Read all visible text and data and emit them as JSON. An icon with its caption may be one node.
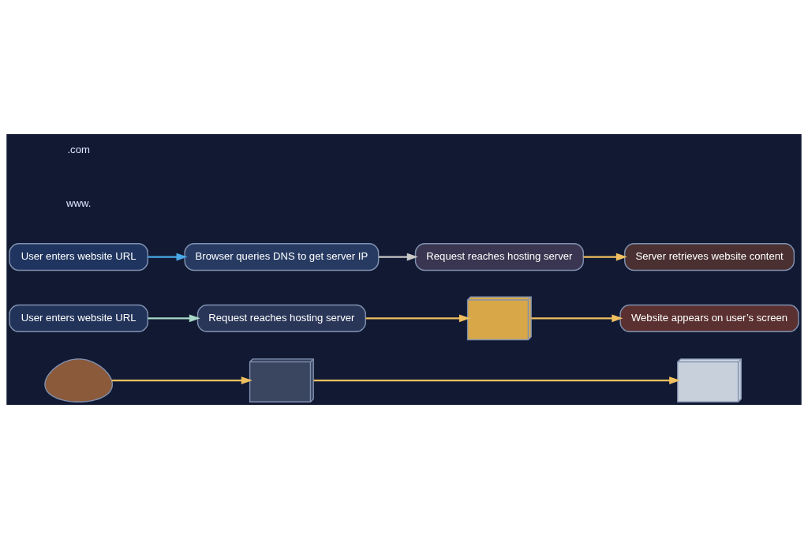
{
  "diagram": {
    "nodes": [
      {
        "text": [],
        "shape": "person"
      },
      {
        "text": [
          "User enters website URL"
        ]
      },
      {
        "text": [],
        "shape": "box"
      },
      {
        "text": [
          "Request reaches hosting server"
        ]
      },
      {
        "text": [],
        "shape": "box"
      },
      {
        "text": [
          "Website appears on user’s screen"
        ]
      },
      {
        "text": [],
        "shape": "box"
      },
      {
        "text": [
          "User enters website URL"
        ]
      },
      {
        "text": [
          "Browser queries DNS to get server IP"
        ]
      },
      {
        "text": [
          "Request reaches hosting server"
        ]
      },
      {
        "text": [
          "Server retrieves website content"
        ]
      }
    ],
    "edges": [
      {
        "from": 0,
        "to": 2,
        "arrow": "to"
      },
      {
        "from": 2,
        "to": 4,
        "arrow": "to"
      },
      {
        "from": 1,
        "to": 3,
        "arrow": "to",
        "color": "#a8d8c8"
      },
      {
        "from": 3,
        "to": 6,
        "arrow": "to"
      },
      {
        "from": 6,
        "to": 5,
        "arrow": "to"
      },
      {
        "from": 7,
        "to": 8,
        "arrow": "to",
        "color": "#4aa8e8"
      },
      {
        "from": 8,
        "to": 9,
        "arrow": "to",
        "color": "#c8c8c8"
      },
      {
        "from": 9,
        "to": 10,
        "arrow": "to"
      }
    ],
    "labels": [
      "www.",
      ".com"
    ]
  }
}
